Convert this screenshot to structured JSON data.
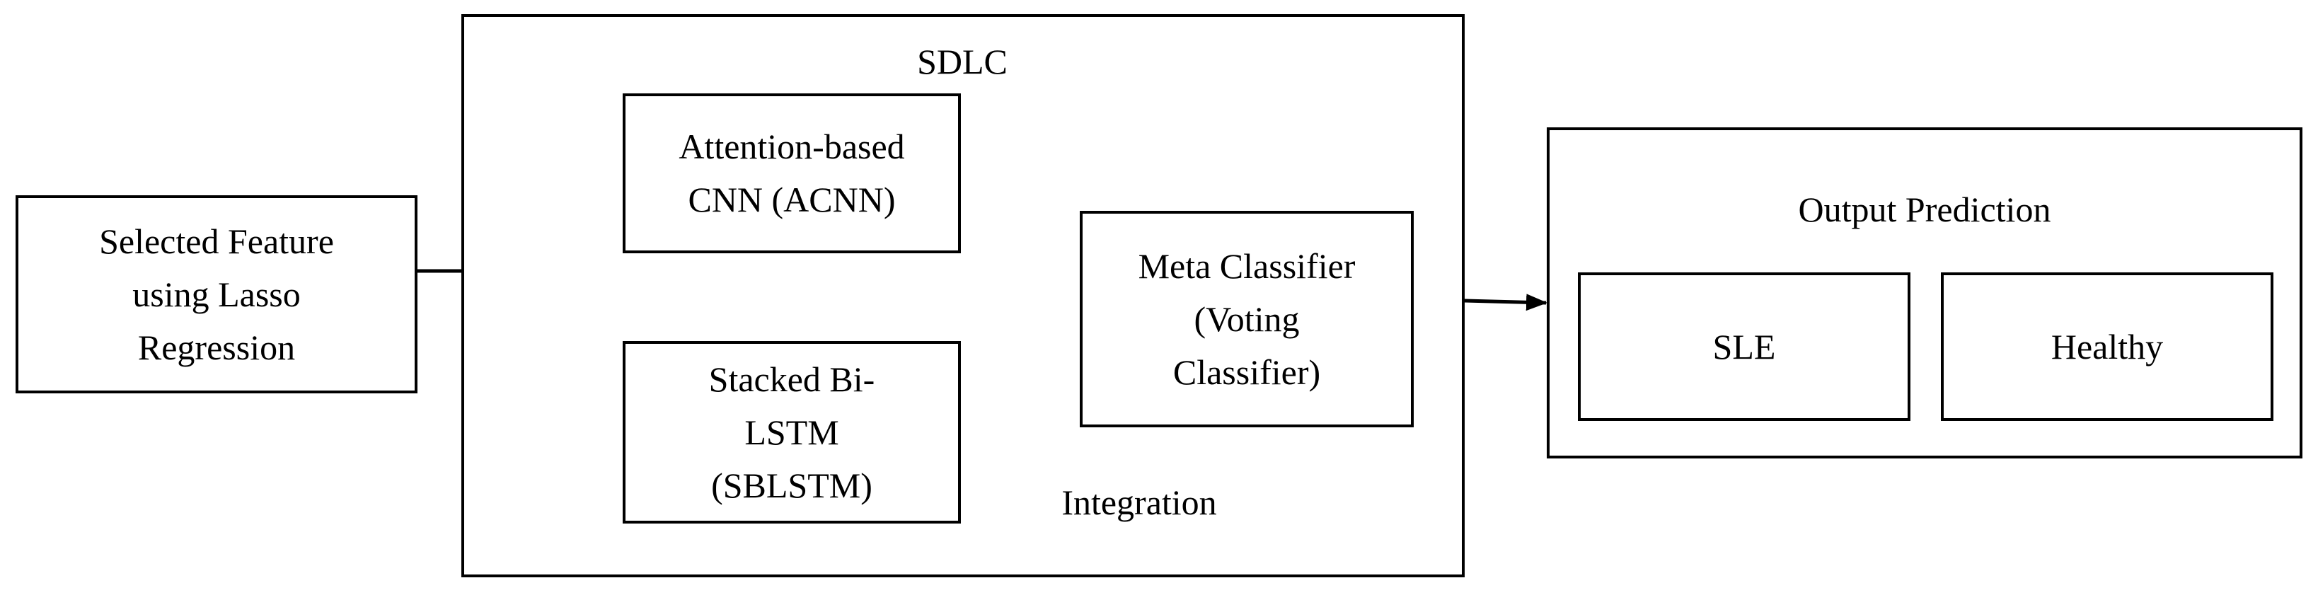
{
  "input": {
    "label": "Selected Feature\nusing Lasso\nRegression"
  },
  "sdlc": {
    "title": "SDLC",
    "acnn": "Attention-based\nCNN (ACNN)",
    "sblstm": "Stacked Bi-\nLSTM\n(SBLSTM)",
    "meta": "Meta Classifier\n(Voting\nClassifier)",
    "integration": "Integration"
  },
  "output": {
    "title": "Output Prediction",
    "classes": [
      "SLE",
      "Healthy"
    ]
  }
}
